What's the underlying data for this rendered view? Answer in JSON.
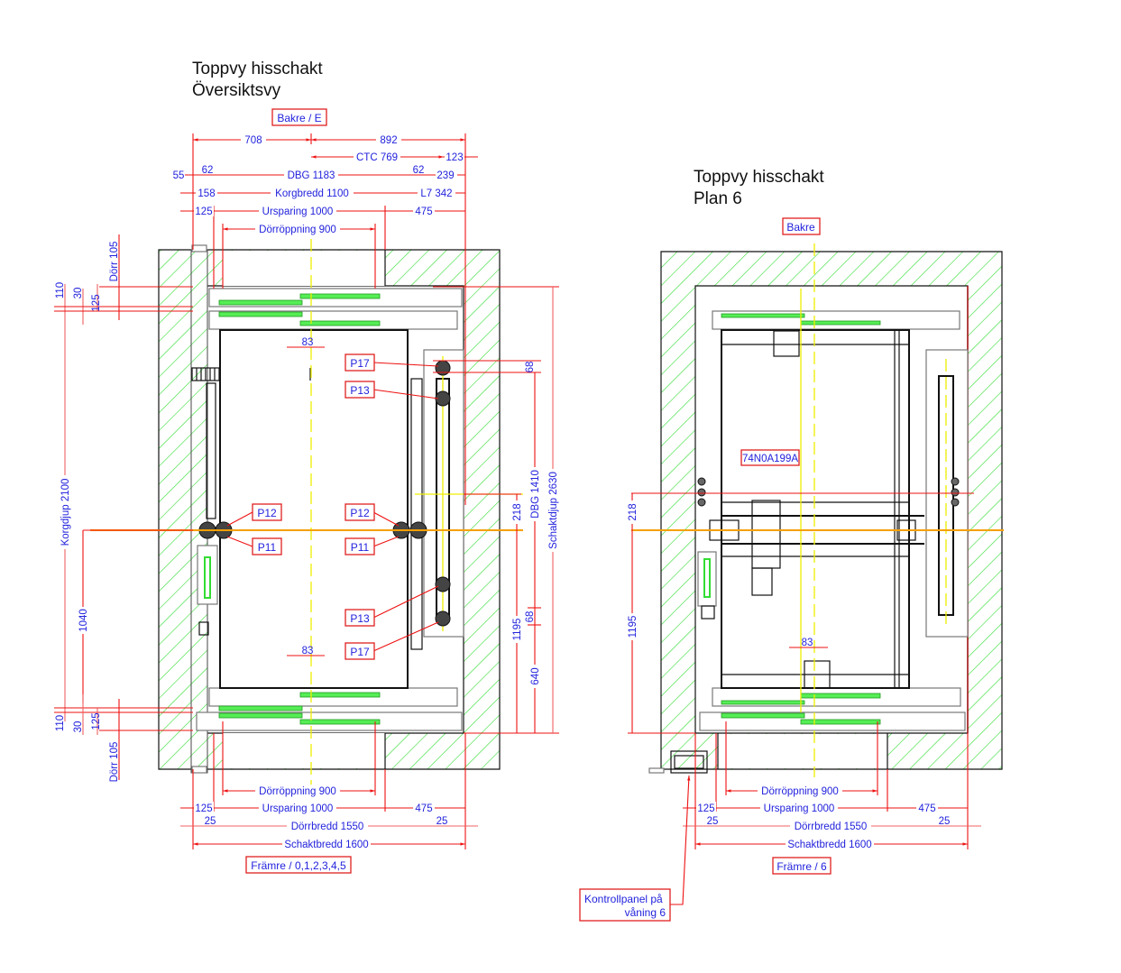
{
  "views": [
    {
      "id": "overview",
      "title_line1": "Toppvy hisschakt",
      "title_line2": "Översiktsvy",
      "back_label": "Bakre / E",
      "front_label": "Främre / 0,1,2,3,4,5",
      "top_dims": {
        "left_to_center": "708",
        "center_to_right": "892",
        "ctc": "CTC 769",
        "ctc_rest": "123",
        "dbg_left": "55",
        "dbg_rail1": "62",
        "dbg": "DBG 1183",
        "dbg_rail2": "62",
        "dbg_right": "239",
        "car_left": "158",
        "car_width": "Korgbredd 1100",
        "car_right": "L7 342",
        "recess_left": "125",
        "recess": "Ursparing 1000",
        "recess_right": "475",
        "door_opening": "Dörröppning 900"
      },
      "bottom_dims": {
        "door_opening": "Dörröppning 900",
        "recess_left": "125",
        "recess": "Ursparing 1000",
        "recess_right": "475",
        "door_left": "25",
        "door_width": "Dörrbredd 1550",
        "door_right": "25",
        "shaft_width": "Schaktbredd 1600"
      },
      "left_dims": {
        "door_top": "Dörr 105",
        "top_110": "110",
        "top_30": "30",
        "top_125": "125",
        "car_depth": "Korgdjup 2100",
        "lower": "1040",
        "bot_110": "110",
        "bot_30": "30",
        "bot_125": "125",
        "door_bot": "Dörr 105"
      },
      "right_dims": {
        "rail_68_top": "68",
        "dbg": "DBG 1410",
        "shaft_depth": "Schaktdjup 2630",
        "offset_218": "218",
        "lower_1195": "1195",
        "rail_68_bot": "68",
        "lower_640": "640"
      },
      "door_offset_top": "83",
      "door_offset_bottom": "83",
      "callouts": [
        "P17",
        "P13",
        "P12",
        "P11",
        "P12",
        "P11",
        "P13",
        "P17"
      ]
    },
    {
      "id": "plan6",
      "title_line1": "Toppvy hisschakt",
      "title_line2": "Plan 6",
      "back_label": "Bakre",
      "front_label": "Främre / 6",
      "part_number": "74N0A199A",
      "door_offset": "83",
      "left_dims": {
        "offset_218": "218",
        "lower_1195": "1195"
      },
      "bottom_dims": {
        "door_opening": "Dörröppning 900",
        "recess_left": "125",
        "recess": "Ursparing 1000",
        "recess_right": "475",
        "door_left": "25",
        "door_width": "Dörrbredd 1550",
        "door_right": "25",
        "shaft_width": "Schaktbredd 1600"
      },
      "control_panel_line1": "Kontrollpanel på",
      "control_panel_line2": "våning 6"
    }
  ],
  "colors": {
    "dimension_line": "#ee1111",
    "dimension_text": "#2222dd",
    "wall_hatch": "#33dd33",
    "centerline": "#eeee00",
    "axis_line": "#f5a000"
  }
}
